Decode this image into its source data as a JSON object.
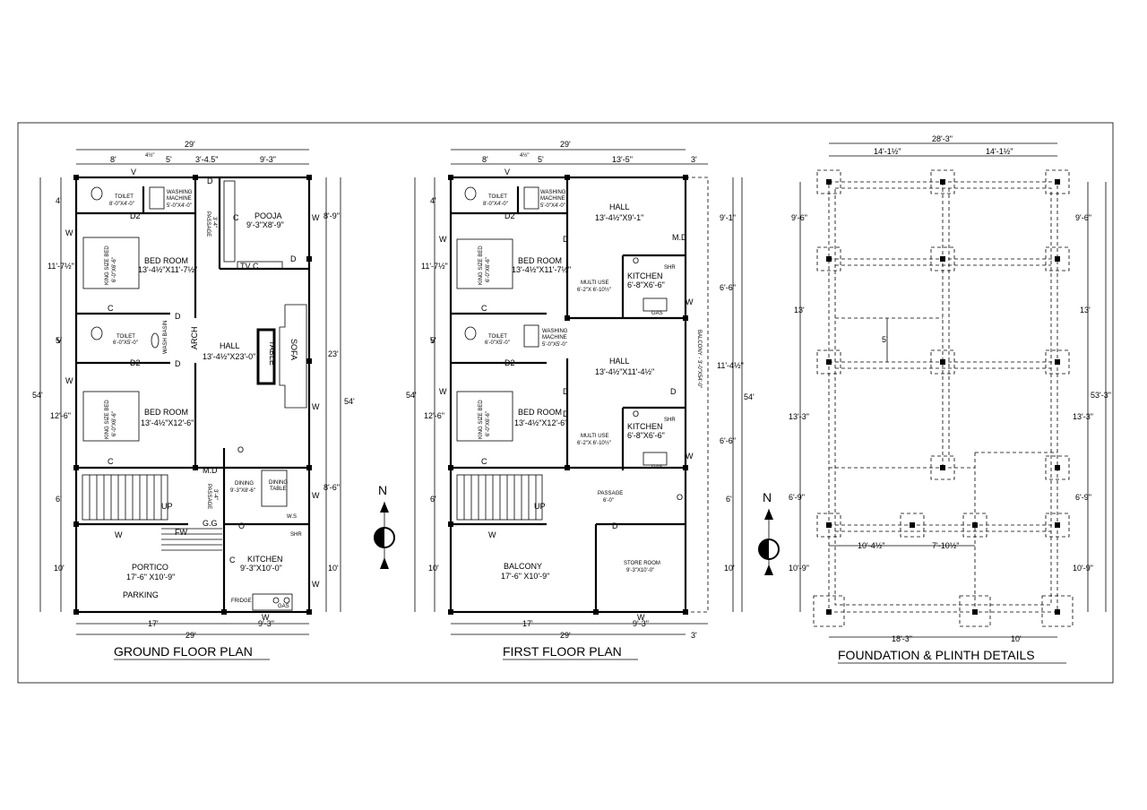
{
  "titles": {
    "ground": "GROUND FLOOR PLAN",
    "first": "FIRST FLOOR PLAN",
    "foundation": "FOUNDATION & PLINTH  DETAILS"
  },
  "north": "N",
  "ground": {
    "dims": {
      "top_total": "29'",
      "top_segs": [
        "8'",
        "5'",
        "3'-4.5\"",
        "9'-3\""
      ],
      "top_small": "4½\"",
      "left_segs": [
        "4'",
        "11'-7½\"",
        "5'",
        "12'-6\"",
        "6'",
        "10'"
      ],
      "left_total": "54'",
      "right_segs": [
        "8'-9\"",
        "23'",
        "8'-6\"",
        "10'"
      ],
      "right_total": "54'",
      "bottom_segs": [
        "17'",
        "9'-3\""
      ],
      "bottom_total": "29'"
    },
    "rooms": {
      "toilet1": "TOILET",
      "toilet1_size": "8'-0\"X4'-0\"",
      "washing": "WASHING",
      "washing2": "MACHINE",
      "washing_size": "5'-0\"X4'-0\"",
      "pooja": "POOJA",
      "pooja_size": "9'-3\"X8'-9\"",
      "bed1": "BED ROOM",
      "bed1_size": "13'-4½\"X11'-7½\"",
      "king1": "KING SIZE BED",
      "king1_size": "6'-0\"X6'-6\"",
      "toilet2": "TOILET",
      "toilet2_size": "6'-0\"X5'-0\"",
      "wash_basin": "WASH BASIN",
      "hall": "HALL",
      "hall_size": "13'-4½\"X23'-0\"",
      "arch": "ARCH",
      "table": "TABLE",
      "sofa": "SOFA",
      "bed2": "BED ROOM",
      "bed2_size": "13'-4½\"X12'-6\"",
      "king2": "KING SIZE BED",
      "king2_size": "6'-0\"X6'-6\"",
      "passage": "PASSAGE",
      "passage_size": "3'-4\"",
      "passage2": "PASSAGE",
      "passage2_size": "3'-4\"",
      "dining": "DINING",
      "dining_size": "9'-3\"X8'-6\"",
      "dining_table": "DINING",
      "dining_table2": "TABLE",
      "kitchen": "KITCHEN",
      "kitchen_size": "9'-3\"X10'-0\"",
      "portico": "PORTICO",
      "portico_size": "17'-6\" X10'-9\"",
      "parking": "PARKING",
      "fridge": "FRIDGE",
      "gas": "GAS",
      "shr": "SHR"
    },
    "labels": {
      "d": "D",
      "d2": "D2",
      "w": "W",
      "v": "V",
      "c": "C",
      "tvc": "TV C",
      "md": "M.D",
      "gg": "G.G",
      "fw": "FW",
      "up": "UP",
      "o": "O",
      "ws": "W.S"
    }
  },
  "first": {
    "dims": {
      "top_total": "29'",
      "top_segs": [
        "8'",
        "5'",
        "13'-5\"",
        "3'"
      ],
      "top_small": "4½\"",
      "left_segs": [
        "4'",
        "11'-7½\"",
        "5'",
        "12'-6\"",
        "6'",
        "10'"
      ],
      "left_total": "54'",
      "right_segs": [
        "9'-1\"",
        "6'-6\"",
        "11'-4½\"",
        "6'-6\"",
        "6'",
        "10'"
      ],
      "right_total": "54'",
      "bottom_segs": [
        "17'",
        "9'-3\"",
        "3'"
      ],
      "bottom_total": "29'"
    },
    "rooms": {
      "toilet1": "TOILET",
      "toilet1_size": "8'-0\"X4'-0\"",
      "washing": "WASHING",
      "washing2": "MACHINE",
      "washing_size": "5'-0\"X4'-0\"",
      "hall1": "HALL",
      "hall1_size": "13'-4½\"X9'-1\"",
      "bed1": "BED ROOM",
      "bed1_size": "13'-4½\"X11'-7½\"",
      "king1": "KING SIZE BED",
      "king1_size": "6'-0\"X6'-6\"",
      "multi1": "MULTI USE",
      "multi1_size": "6'-2\"X 6'-10½\"",
      "kitchen1": "KITCHEN",
      "kitchen1_size": "6'-8\"X6'-6\"",
      "toilet2": "TOILET",
      "toilet2_size": "6'-0\"X5'-0\"",
      "washing3": "WASHING",
      "washing4": "MACHINE",
      "washing3_size": "5'-0\"X5'-0\"",
      "hall2": "HALL",
      "hall2_size": "13'-4½\"X11'-4½\"",
      "balcony_side": "BALCONY - 3'-0\"X54'-0\"",
      "bed2": "BED ROOM",
      "bed2_size": "13'-4½\"X12'-6\"",
      "king2": "KING SIZE BED",
      "king2_size": "6'-0\"X6'-6\"",
      "multi2": "MULTI USE",
      "multi2_size": "6'-2\"X 6'-10½\"",
      "kitchen2": "KITCHEN",
      "kitchen2_size": "6'-8\"X6'-6\"",
      "passage": "PASSAGE",
      "passage_size": "6'-0\"",
      "balcony": "BALCONY",
      "balcony_size": "17'-6\" X10'-9\"",
      "store": "STORE ROOM",
      "store_size": "9'-3\"X10'-0\"",
      "gas": "GAS",
      "shr": "SHR"
    },
    "labels": {
      "d": "D",
      "d2": "D2",
      "w": "W",
      "v": "V",
      "c": "C",
      "md": "M.D",
      "up": "UP",
      "o": "O"
    }
  },
  "foundation": {
    "dims": {
      "top_total": "28'-3\"",
      "top_segs": [
        "14'-1½\"",
        "14'-1½\""
      ],
      "left_segs": [
        "9'-6\"",
        "13'",
        "13'-3\"",
        "6'-9\"",
        "10'-9\""
      ],
      "right_segs": [
        "9'-6\"",
        "13'",
        "13'-3\"",
        "6'-9\"",
        "10'-9\""
      ],
      "right_total": "53'-3\"",
      "inner_v": "5'",
      "inner_h": [
        "10'-4½\"",
        "7'-10½\""
      ],
      "bottom_segs": [
        "18'-3\"",
        "10'"
      ]
    }
  }
}
